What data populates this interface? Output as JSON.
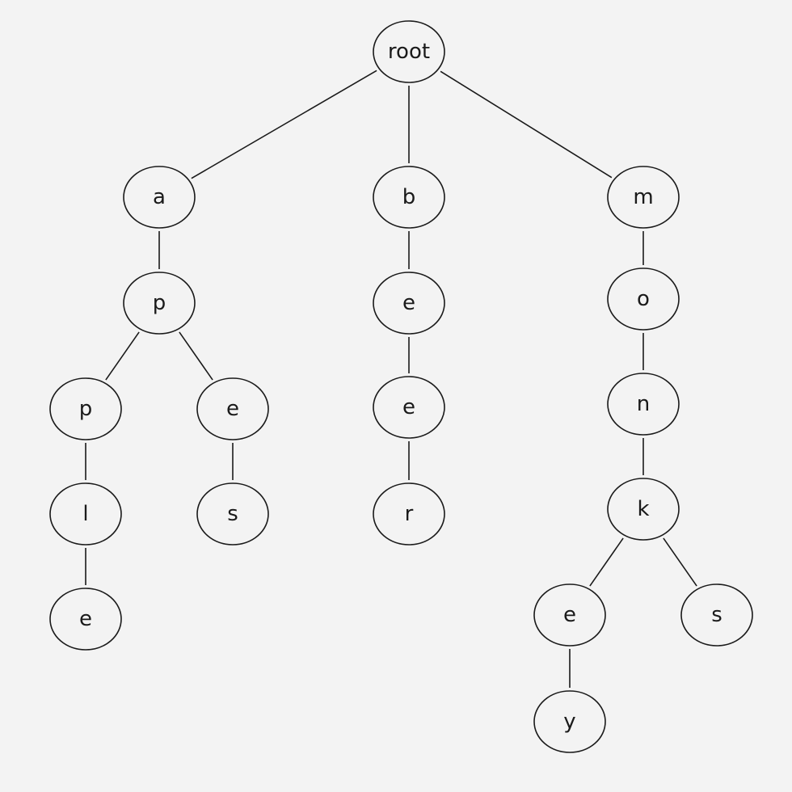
{
  "trie": {
    "nodes": [
      {
        "id": "root",
        "label": "root"
      },
      {
        "id": "a",
        "label": "a"
      },
      {
        "id": "ap",
        "label": "p"
      },
      {
        "id": "app",
        "label": "p"
      },
      {
        "id": "appl",
        "label": "l"
      },
      {
        "id": "apple",
        "label": "e"
      },
      {
        "id": "ape",
        "label": "e"
      },
      {
        "id": "apes",
        "label": "s"
      },
      {
        "id": "b",
        "label": "b"
      },
      {
        "id": "be",
        "label": "e"
      },
      {
        "id": "bee",
        "label": "e"
      },
      {
        "id": "beer",
        "label": "r"
      },
      {
        "id": "m",
        "label": "m"
      },
      {
        "id": "mo",
        "label": "o"
      },
      {
        "id": "mon",
        "label": "n"
      },
      {
        "id": "monk",
        "label": "k"
      },
      {
        "id": "monke",
        "label": "e"
      },
      {
        "id": "monkey",
        "label": "y"
      },
      {
        "id": "monks",
        "label": "s"
      }
    ],
    "edges": [
      [
        "root",
        "a"
      ],
      [
        "root",
        "b"
      ],
      [
        "root",
        "m"
      ],
      [
        "a",
        "ap"
      ],
      [
        "ap",
        "app"
      ],
      [
        "ap",
        "ape"
      ],
      [
        "app",
        "appl"
      ],
      [
        "appl",
        "apple"
      ],
      [
        "ape",
        "apes"
      ],
      [
        "b",
        "be"
      ],
      [
        "be",
        "bee"
      ],
      [
        "bee",
        "beer"
      ],
      [
        "m",
        "mo"
      ],
      [
        "mo",
        "mon"
      ],
      [
        "mon",
        "monk"
      ],
      [
        "monk",
        "monke"
      ],
      [
        "monk",
        "monks"
      ],
      [
        "monke",
        "monkey"
      ]
    ]
  }
}
